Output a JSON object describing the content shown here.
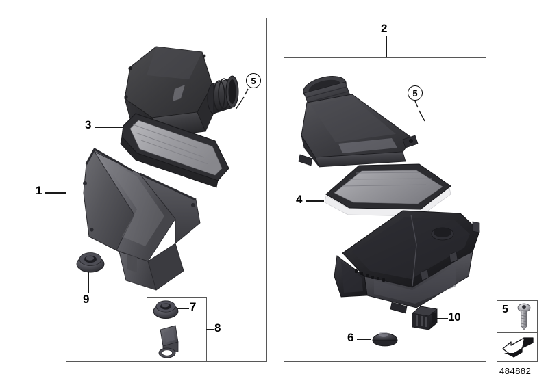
{
  "diagram": {
    "id_label": "484882",
    "background": "#ffffff",
    "border_color": "#575757",
    "line_color": "#1a1a1a"
  },
  "panels": [
    {
      "name": "left-assembly-panel",
      "label": "1"
    },
    {
      "name": "right-assembly-panel",
      "label": "2"
    }
  ],
  "callouts": {
    "item_1": "1",
    "item_2": "2",
    "item_3": "3",
    "item_4": "4",
    "item_5_left": "5",
    "item_5_right": "5",
    "item_6": "6",
    "item_7": "7",
    "item_8": "8",
    "item_9": "9",
    "item_10": "10"
  },
  "legend": {
    "screw_number": "5",
    "screw_icon": "torx-screw-icon",
    "arrow_icon": "direction-arrow-icon"
  },
  "parts": [
    {
      "ref": "1",
      "name": "intake-silencer-assembly",
      "panel": "left"
    },
    {
      "ref": "2",
      "name": "intake-silencer-assembly-alt",
      "panel": "right"
    },
    {
      "ref": "3",
      "name": "air-filter-element",
      "panel": "left"
    },
    {
      "ref": "4",
      "name": "air-filter-element",
      "panel": "right"
    },
    {
      "ref": "5",
      "name": "torx-screw",
      "panel": "both"
    },
    {
      "ref": "6",
      "name": "rubber-grommet-plug",
      "panel": "right"
    },
    {
      "ref": "7",
      "name": "rubber-mount-grommet",
      "panel": "left-inset"
    },
    {
      "ref": "8",
      "name": "mounting-bracket-clip",
      "panel": "left-inset"
    },
    {
      "ref": "9",
      "name": "rubber-mount-grommet",
      "panel": "left"
    },
    {
      "ref": "10",
      "name": "retaining-clip",
      "panel": "right"
    }
  ]
}
